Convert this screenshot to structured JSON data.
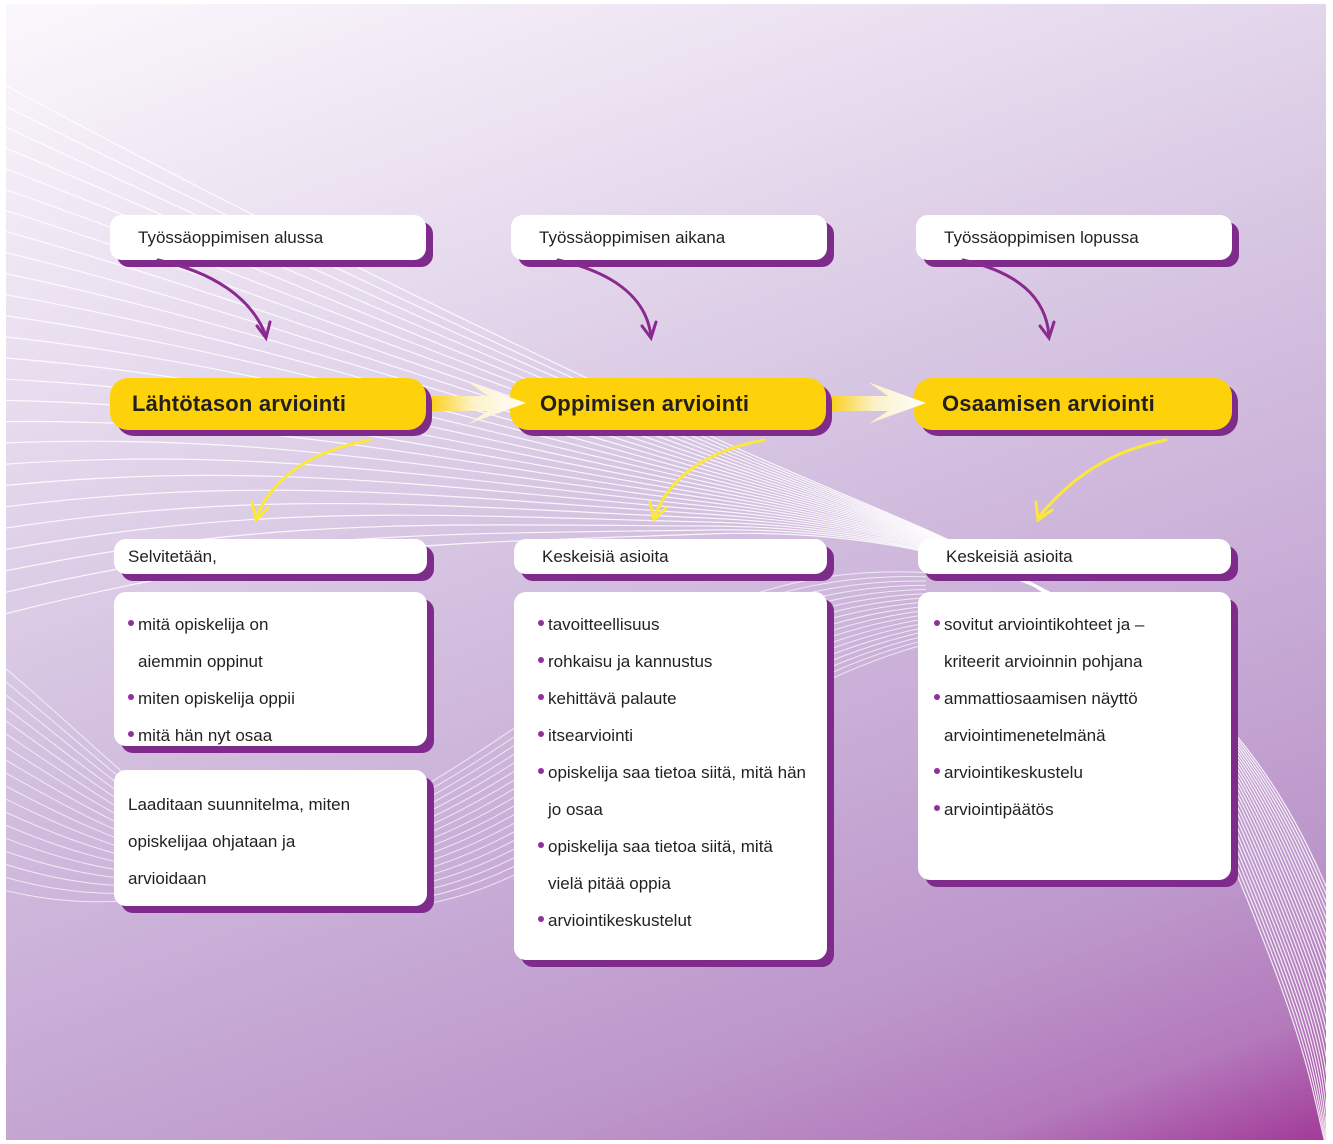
{
  "phases": [
    {
      "timing": "Työssäoppimisen alussa",
      "assessment": "Lähtötason arviointi",
      "section_heading": "Selvitetään,",
      "items": [
        "mitä opiskelija on aiemmin oppinut",
        "miten opiskelija oppii",
        "mitä hän nyt osaa"
      ],
      "plan_text": "Laaditaan suunnitelma, miten opiskelijaa ohjataan ja arvioidaan"
    },
    {
      "timing": "Työssäoppimisen aikana",
      "assessment": "Oppimisen arviointi",
      "section_heading": "Keskeisiä asioita",
      "items": [
        "tavoitteellisuus",
        "rohkaisu ja kannustus",
        "kehittävä palaute",
        "itsearviointi",
        "opiskelija saa tietoa siitä, mitä hän jo osaa",
        "opiskelija saa tietoa siitä, mitä vielä pitää oppia",
        "arviointikeskustelut"
      ]
    },
    {
      "timing": "Työssäoppimisen lopussa",
      "assessment": "Osaamisen arviointi",
      "section_heading": "Keskeisiä asioita",
      "items": [
        "sovitut arviointikohteet ja –kriteerit arvioinnin pohjana",
        "ammattiosaamisen näyttö arviointimenetelmänä",
        "arviointikeskustelu",
        "arviointipäätös"
      ]
    }
  ],
  "colors": {
    "accent_yellow": "#fed20a",
    "shadow_purple": "#7e2b8c",
    "bullet_purple": "#8e3199",
    "arrow_purple": "#8a2a8f"
  }
}
